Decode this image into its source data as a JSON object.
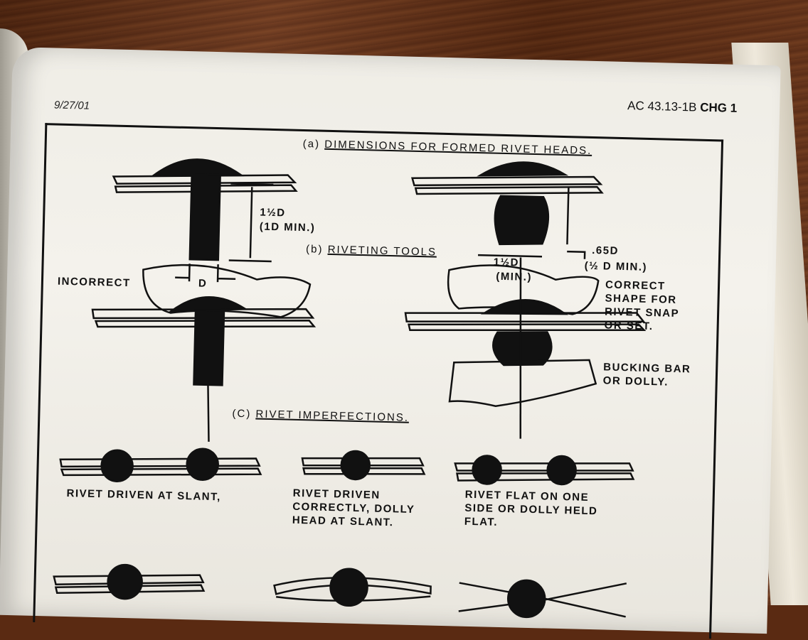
{
  "header": {
    "date": "9/27/01",
    "reference": "AC 43.13-1B",
    "change": "CHG 1"
  },
  "sections": {
    "a_prefix": "(a)",
    "a_title": "DIMENSIONS FOR FORMED RIVET HEADS.",
    "b_prefix": "(b)",
    "b_title": "RIVETING TOOLS",
    "c_prefix": "(C)",
    "c_title": "RIVET IMPERFECTIONS."
  },
  "dimensions": {
    "left_length": "1½D",
    "left_min": "(1D MIN.)",
    "diameter": "D",
    "right_width": "1½D",
    "right_width_min": "(MIN.)",
    "right_height": ".65D",
    "right_height_min": "(½ D MIN.)"
  },
  "tools": {
    "incorrect": "INCORRECT",
    "correct": [
      "CORRECT",
      "SHAPE FOR",
      "RIVET SNAP",
      "OR SET."
    ],
    "bucking": [
      "BUCKING BAR",
      "OR DOLLY."
    ]
  },
  "imperfections": {
    "one": [
      "RIVET DRIVEN AT SLANT,"
    ],
    "two": [
      "RIVET DRIVEN",
      "CORRECTLY, DOLLY",
      "HEAD AT SLANT."
    ],
    "three": [
      "RIVET FLAT ON ONE",
      "SIDE OR DOLLY HELD",
      "FLAT."
    ]
  },
  "colors": {
    "ink": "#111111",
    "paper": "#f1efe8",
    "wood": "#5b2a12"
  }
}
